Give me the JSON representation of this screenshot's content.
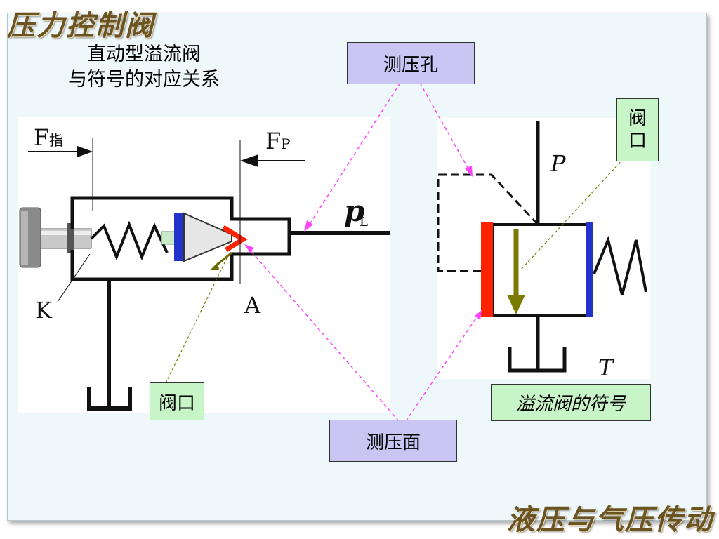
{
  "header": {
    "title": "压力控制阀",
    "subtitle_line1": "直动型溢流阀",
    "subtitle_line2": "与符号的对应关系"
  },
  "footer": {
    "text": "液压与气压传动"
  },
  "diagram": {
    "labels": {
      "f_preload_main": "F",
      "f_preload_sub": "指",
      "f_pressure_main": "F",
      "f_pressure_sub": "P",
      "pressure_main": "p",
      "pressure_sub": "L",
      "k": "K",
      "a": "A",
      "symbol_p": "P",
      "symbol_t": "T"
    },
    "callouts": {
      "gauge_port": "测压孔",
      "sensing_face": "测压面",
      "valve_port_left": "阀口",
      "valve_port_right_line1": "阀",
      "valve_port_right_line2": "口",
      "symbol_caption": "溢流阀的符号"
    }
  },
  "colors": {
    "paper": "#eef7fa",
    "callout_purple": "#c9c6f3",
    "callout_green": "#c8f5c8",
    "seat_blue": "#2233cc",
    "valve_port_red": "#ff2200",
    "arrow_olive": "#7a7a00",
    "leader_magenta": "#ff44ff"
  }
}
